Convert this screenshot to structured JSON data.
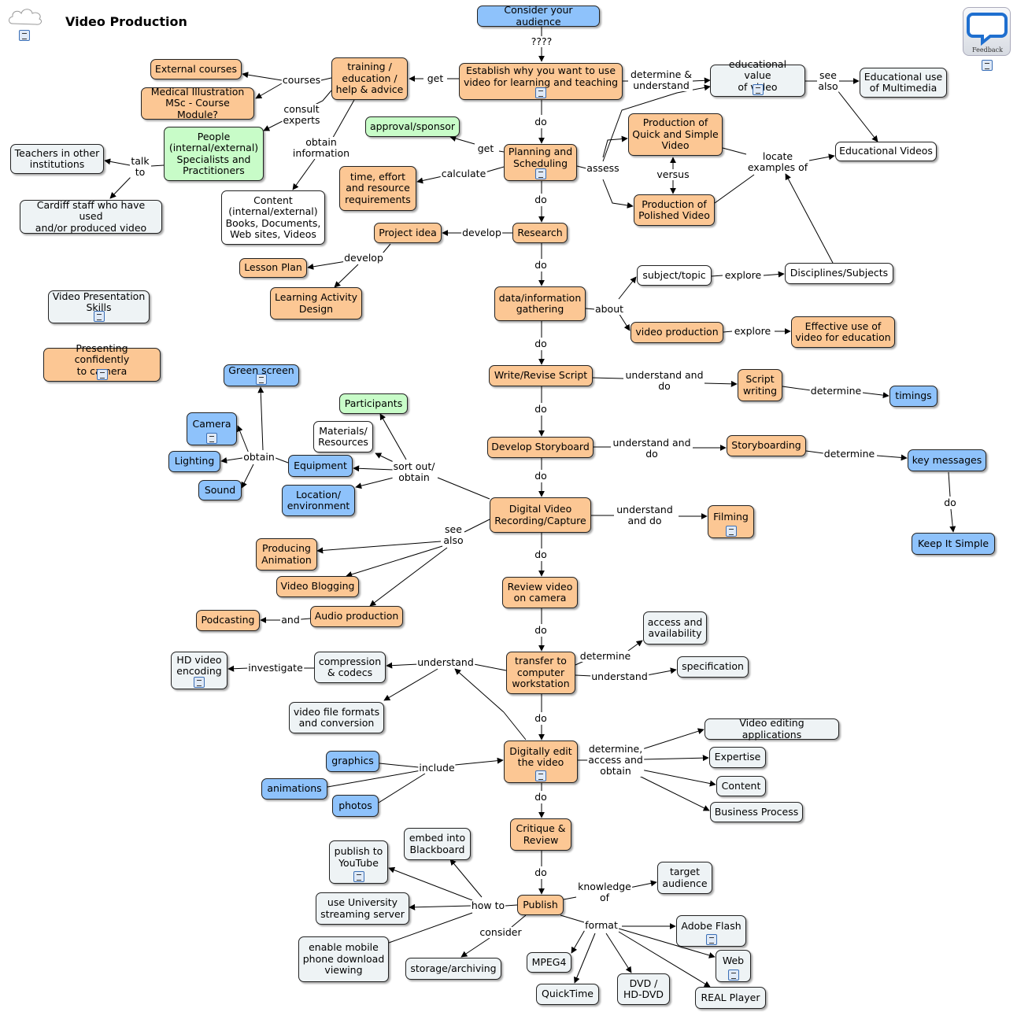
{
  "title": "Video Production",
  "header": {
    "feedback_label": "Feedback",
    "cloud_icon": "cloud-icon",
    "resource_icon": "document-icon"
  },
  "colors": {
    "orange": "#fcc794",
    "blue": "#8ec2fb",
    "gray": "#eef3f5",
    "green": "#c8fcc8",
    "white": "#ffffff"
  },
  "nodes": {
    "consider": {
      "text": "Consider your audience",
      "color": "blue"
    },
    "establish": {
      "text": "Establish why you want to use\nvideo for learning and teaching",
      "color": "orange",
      "has_resource": true
    },
    "training": {
      "text": "training /\neducation /\nhelp & advice",
      "color": "orange"
    },
    "ext_courses": {
      "text": "External courses",
      "color": "orange"
    },
    "med_ill": {
      "text": "Medical Illustration\nMSc - Course Module?",
      "color": "orange"
    },
    "people": {
      "text": "People\n(internal/external)\nSpecialists and\nPractitioners",
      "color": "green"
    },
    "teachers": {
      "text": "Teachers in other\ninstitutions",
      "color": "gray"
    },
    "cardiff": {
      "text": "Cardiff staff who have used\nand/or produced video",
      "color": "gray"
    },
    "content_ie": {
      "text": "Content\n(internal/external)\nBooks, Documents,\nWeb sites, Videos",
      "color": "white"
    },
    "edu_value": {
      "text": "educational value\nof video",
      "color": "gray",
      "has_resource": true
    },
    "edu_multi": {
      "text": "Educational use\nof Multimedia",
      "color": "gray"
    },
    "edu_videos": {
      "text": "Educational Videos",
      "color": "white"
    },
    "approval": {
      "text": "approval/sponsor",
      "color": "green"
    },
    "planning": {
      "text": "Planning and\nScheduling",
      "color": "orange",
      "has_resource": true
    },
    "time_effort": {
      "text": "time, effort\nand resource\nrequirements",
      "color": "orange"
    },
    "prod_quick": {
      "text": "Production of\nQuick and Simple\nVideo",
      "color": "orange"
    },
    "prod_polished": {
      "text": "Production of\nPolished Video",
      "color": "orange"
    },
    "research": {
      "text": "Research",
      "color": "orange"
    },
    "project_idea": {
      "text": "Project idea",
      "color": "orange"
    },
    "lesson_plan": {
      "text": "Lesson Plan",
      "color": "orange"
    },
    "lad": {
      "text": "Learning Activity\nDesign",
      "color": "orange"
    },
    "data_info": {
      "text": "data/information\ngathering",
      "color": "orange"
    },
    "subject": {
      "text": "subject/topic",
      "color": "white"
    },
    "disciplines": {
      "text": "Disciplines/Subjects",
      "color": "white"
    },
    "video_prod": {
      "text": "video production",
      "color": "orange"
    },
    "effective": {
      "text": "Effective use of\nvideo for education",
      "color": "orange"
    },
    "vps": {
      "text": "Video Presentation\nSkills",
      "color": "gray",
      "has_resource": true
    },
    "presenting": {
      "text": "Presenting confidently\nto camera",
      "color": "orange",
      "has_resource": true
    },
    "write_script": {
      "text": "Write/Revise Script",
      "color": "orange"
    },
    "script_writing": {
      "text": "Script\nwriting",
      "color": "orange"
    },
    "timings": {
      "text": "timings",
      "color": "blue"
    },
    "storyboard": {
      "text": "Develop Storyboard",
      "color": "orange"
    },
    "storyboarding": {
      "text": "Storyboarding",
      "color": "orange"
    },
    "key_msgs": {
      "text": "key messages",
      "color": "blue"
    },
    "kiss": {
      "text": "Keep It Simple",
      "color": "blue"
    },
    "green_screen": {
      "text": "Green screen",
      "color": "blue",
      "has_resource": true
    },
    "camera": {
      "text": "Camera",
      "color": "blue",
      "has_resource": true
    },
    "lighting": {
      "text": "Lighting",
      "color": "blue"
    },
    "sound": {
      "text": "Sound",
      "color": "blue"
    },
    "equipment": {
      "text": "Equipment",
      "color": "blue"
    },
    "location": {
      "text": "Location/\nenvironment",
      "color": "blue"
    },
    "participants": {
      "text": "Participants",
      "color": "green"
    },
    "materials": {
      "text": "Materials/\nResources",
      "color": "white"
    },
    "dvr": {
      "text": "Digital Video\nRecording/Capture",
      "color": "orange"
    },
    "filming": {
      "text": "Filming",
      "color": "orange",
      "has_resource": true
    },
    "animation": {
      "text": "Producing\nAnimation",
      "color": "orange"
    },
    "blogging": {
      "text": "Video Blogging",
      "color": "orange"
    },
    "audio": {
      "text": "Audio production",
      "color": "orange"
    },
    "podcasting": {
      "text": "Podcasting",
      "color": "orange"
    },
    "review": {
      "text": "Review video\non camera",
      "color": "orange"
    },
    "transfer": {
      "text": "transfer to\ncomputer\nworkstation",
      "color": "orange"
    },
    "access": {
      "text": "access and\navailability",
      "color": "gray"
    },
    "spec": {
      "text": "specification",
      "color": "gray"
    },
    "compression": {
      "text": "compression\n& codecs",
      "color": "gray"
    },
    "hd": {
      "text": "HD video\nencoding",
      "color": "gray",
      "has_resource": true
    },
    "file_formats": {
      "text": "video file formats\nand conversion",
      "color": "gray"
    },
    "edit": {
      "text": "Digitally edit\nthe video",
      "color": "orange",
      "has_resource": true
    },
    "vea": {
      "text": "Video editing applications",
      "color": "gray"
    },
    "expertise": {
      "text": "Expertise",
      "color": "gray"
    },
    "content2": {
      "text": "Content",
      "color": "gray"
    },
    "bizproc": {
      "text": "Business Process",
      "color": "gray"
    },
    "graphics": {
      "text": "graphics",
      "color": "blue"
    },
    "animations": {
      "text": "animations",
      "color": "blue"
    },
    "photos": {
      "text": "photos",
      "color": "blue"
    },
    "critique": {
      "text": "Critique &\nReview",
      "color": "orange"
    },
    "publish": {
      "text": "Publish",
      "color": "orange"
    },
    "embed": {
      "text": "embed into\nBlackboard",
      "color": "gray"
    },
    "youtube": {
      "text": "publish to\nYouTube",
      "color": "gray",
      "has_resource": true
    },
    "streaming": {
      "text": "use University\nstreaming server",
      "color": "gray"
    },
    "mobile": {
      "text": "enable mobile\nphone download\nviewing",
      "color": "gray"
    },
    "storage": {
      "text": "storage/archiving",
      "color": "gray"
    },
    "target": {
      "text": "target\naudience",
      "color": "gray"
    },
    "flash": {
      "text": "Adobe Flash",
      "color": "gray",
      "has_resource": true
    },
    "web": {
      "text": "Web",
      "color": "gray",
      "has_resource": true
    },
    "mpeg4": {
      "text": "MPEG4",
      "color": "gray"
    },
    "quicktime": {
      "text": "QuickTime",
      "color": "gray"
    },
    "dvd": {
      "text": "DVD /\nHD-DVD",
      "color": "gray"
    },
    "real": {
      "text": "REAL Player",
      "color": "gray"
    }
  },
  "labels": {
    "q4": "????",
    "get1": "get",
    "courses": "courses",
    "consult": "consult\nexperts",
    "obtain_info": "obtain\ninformation",
    "talk": "talk\nto",
    "det_und": "determine &\nunderstand",
    "see_also1": "see\nalso",
    "do1": "do",
    "get2": "get",
    "calculate": "calculate",
    "assess": "assess",
    "versus": "versus",
    "locate": "locate\nexamples of",
    "do2": "do",
    "develop1": "develop",
    "develop2": "develop",
    "do3": "do",
    "about": "about",
    "explore1": "explore",
    "explore2": "explore",
    "do4": "do",
    "und_do1": "understand and\ndo",
    "determine1": "determine",
    "do5": "do",
    "und_do2": "understand and\ndo",
    "determine2": "determine",
    "do_kiss": "do",
    "do6": "do",
    "obtain": "obtain",
    "sort_out": "sort out/\nobtain",
    "und_do3": "understand\nand do",
    "see_also2": "see\nalso",
    "and": "and",
    "do7": "do",
    "do8": "do",
    "determine3": "determine",
    "understand1": "understand",
    "understand2": "understand",
    "investigate": "investigate",
    "do9": "do",
    "det_acc": "determine,\naccess and\nobtain",
    "include": "include",
    "do10": "do",
    "do11": "do",
    "knowledge": "knowledge\nof",
    "how_to": "how to",
    "consider": "consider",
    "format": "format"
  }
}
